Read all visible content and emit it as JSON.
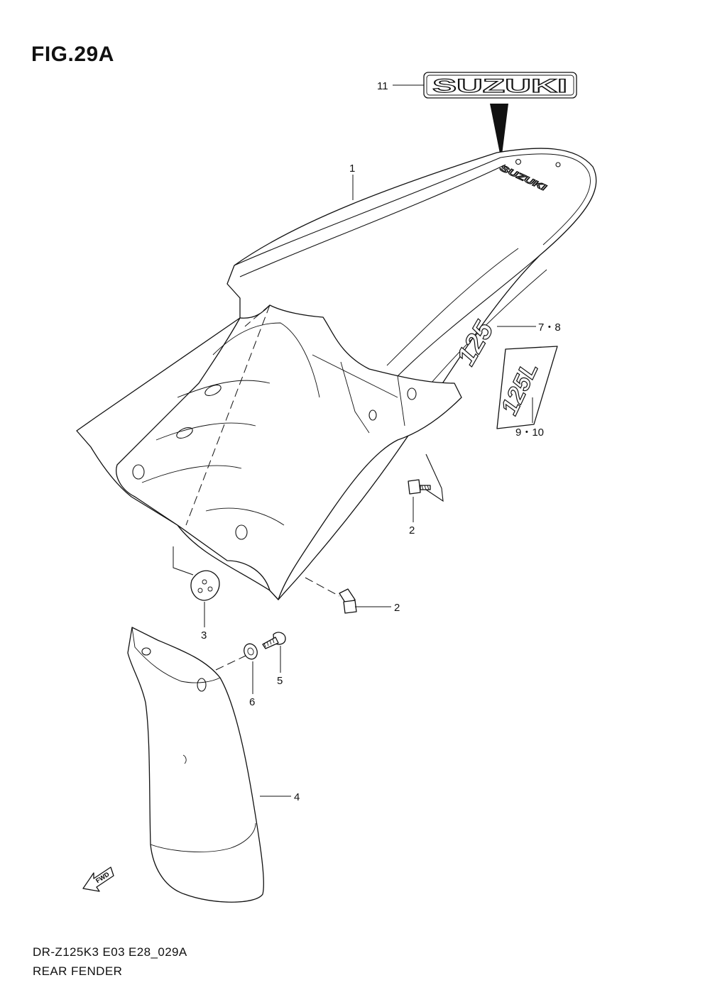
{
  "figure": {
    "title": "FIG.29A",
    "code": "DR-Z125K3 E03 E28_029A",
    "name": "REAR FENDER"
  },
  "callouts": {
    "c1": "1",
    "c2a": "2",
    "c2b": "2",
    "c3": "3",
    "c4": "4",
    "c5": "5",
    "c6": "6",
    "c78": "7・8",
    "c910": "9・10",
    "c11": "11"
  },
  "decals": {
    "suzuki_emblem": "SUZUKI",
    "suzuki_small": "SUZUKI",
    "decal_125": "125",
    "decal_125l": "125L",
    "fwd": "FWD"
  }
}
